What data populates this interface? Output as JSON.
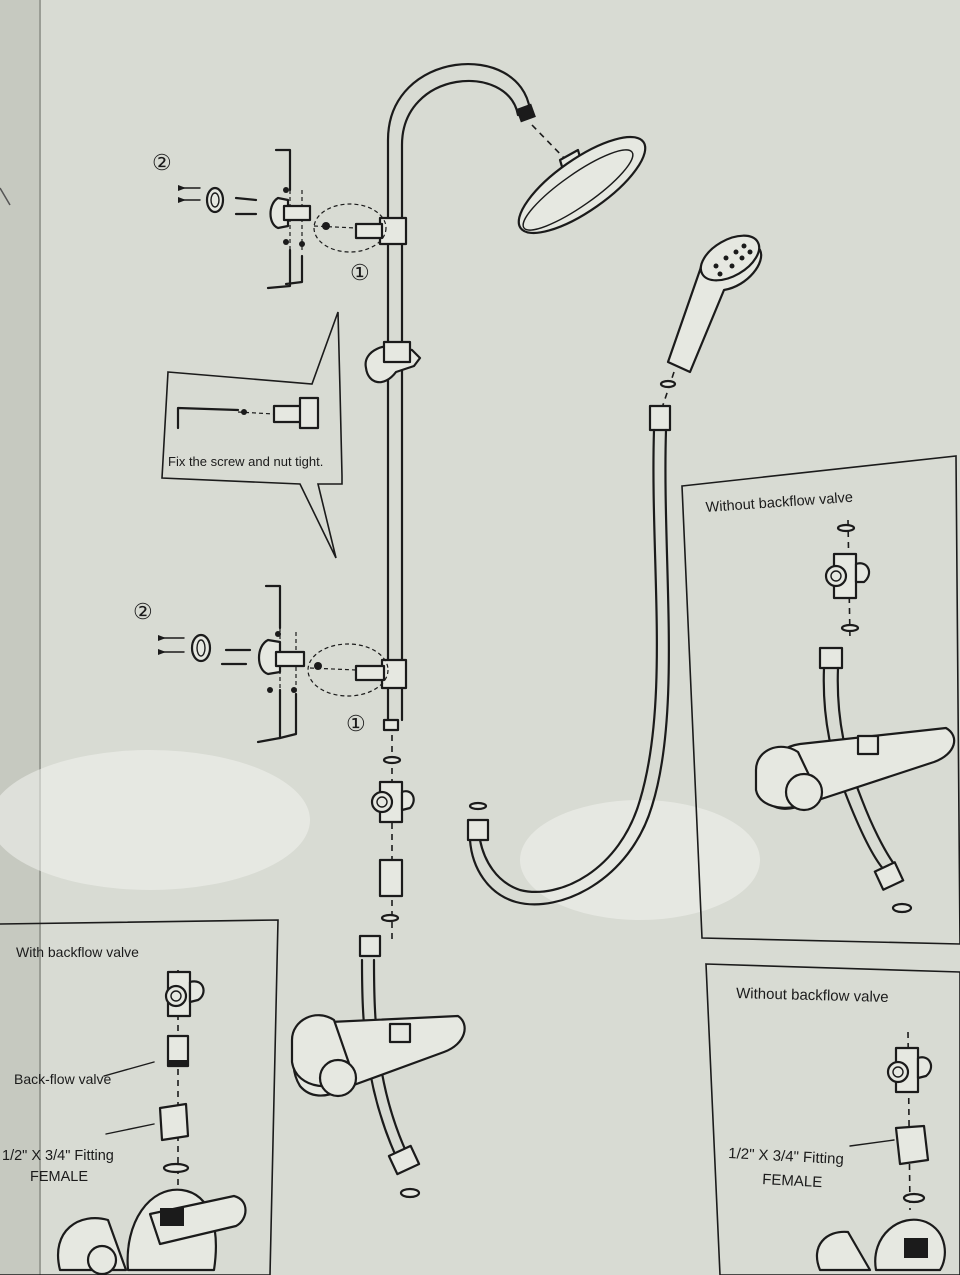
{
  "diagram": {
    "callout_numbers": {
      "step_one": "①",
      "step_two": "②"
    },
    "screw_callout": {
      "text": "Fix the screw and nut tight."
    },
    "without_backflow_top": {
      "title": "Without backflow valve"
    },
    "without_backflow_bottom": {
      "title": "Without backflow valve",
      "fitting_line1": "1/2\" X 3/4\" Fitting",
      "fitting_line2": "FEMALE"
    },
    "with_backflow": {
      "title": "With backflow valve",
      "backflow_label": "Back-flow valve",
      "fitting_line1": "1/2\" X 3/4\" Fitting",
      "fitting_line2": "FEMALE"
    }
  },
  "colors": {
    "paper": "#d8dbd3",
    "ink": "#1b1b1b",
    "background": "#5f625d"
  }
}
